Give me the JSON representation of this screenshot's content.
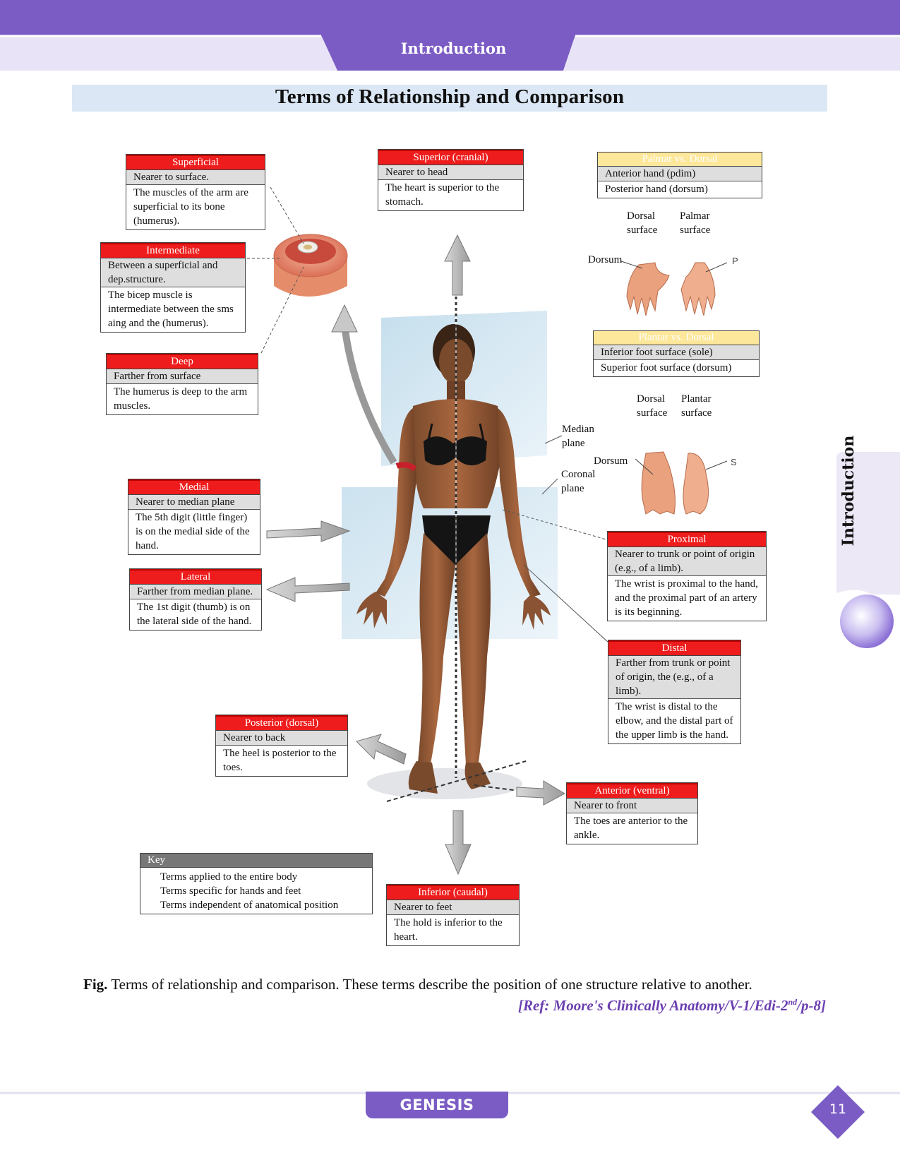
{
  "header": {
    "section": "Introduction"
  },
  "title": "Terms of Relationship and Comparison",
  "side_tab": "Introduction",
  "boxes": {
    "superficial": {
      "title": "Superficial",
      "def": "Nearer to surface.",
      "example": "The muscles of the arm are superficial to its bone (humerus)."
    },
    "intermediate": {
      "title": "Intermediate",
      "def": "Between a superficial and dep.structure.",
      "example": "The bicep muscle is intermediate between the sms aing and the (humerus)."
    },
    "deep": {
      "title": "Deep",
      "def": "Farther from surface",
      "example": "The humerus is deep to the arm muscles."
    },
    "superior": {
      "title": "Superior (cranial)",
      "def": "Nearer to head",
      "example": "The heart is superior to the stomach."
    },
    "palmar": {
      "title": "Palmar vs. Dorsal",
      "row1": "Anterior hand (pdim)",
      "row2": "Posterior hand (dorsum)"
    },
    "plantar": {
      "title": "Plantar vs. Dorsal",
      "row1": "Inferior foot surface (sole)",
      "row2": "Superior foot surface (dorsum)"
    },
    "medial": {
      "title": "Medial",
      "def": "Nearer to median plane",
      "example": "The 5th digit (little finger) is on the medial side of the hand."
    },
    "lateral": {
      "title": "Lateral",
      "def": "Farther from median plane.",
      "example": "The 1st digit (thumb) is on the lateral side of the hand."
    },
    "proximal": {
      "title": "Proximal",
      "def": "Nearer to trunk or point of origin (e.g., of a limb).",
      "example": "The wrist is proximal to the hand, and the proximal part of an artery is its beginning."
    },
    "distal": {
      "title": "Distal",
      "def": "Farther from trunk or point of origin, the (e.g., of a limb).",
      "example": "The wrist is distal to the elbow, and the distal part of the upper limb is the hand."
    },
    "posterior": {
      "title": "Posterior (dorsal)",
      "def": "Nearer to back",
      "example": "The heel is posterior to the toes."
    },
    "anterior": {
      "title": "Anterior (ventral)",
      "def": "Nearer to front",
      "example": "The toes are anterior to the ankle."
    },
    "inferior": {
      "title": "Inferior (caudal)",
      "def": "Nearer to feet",
      "example": "The hold is inferior to the heart."
    }
  },
  "key": {
    "title": "Key",
    "items": [
      "Terms applied to the entire body",
      "Terms specific for hands and feet",
      "Terms independent of anatomical position"
    ]
  },
  "labels": {
    "dorsal_surface_hand": "Dorsal surface",
    "palmar_surface": "Palmar surface",
    "dorsum_hand": "Dorsum",
    "palm_p": "P",
    "dorsal_surface_foot": "Dorsal surface",
    "plantar_surface": "Plantar surface",
    "dorsum_foot": "Dorsum",
    "sole_s": "S",
    "median_plane": "Median plane",
    "coronal_plane": "Coronal plane"
  },
  "caption": {
    "lead": "Fig.",
    "text": " Terms of relationship and comparison. These terms describe the position of one structure relative to another."
  },
  "reference": {
    "pre": "[Ref: Moore's Clinically Anatomy/V-1/Edi-2",
    "sup": "nd",
    "post": "/p-8]"
  },
  "footer": {
    "brand": "GENESIS",
    "page": "11"
  },
  "colors": {
    "accent": "#7b5cc4",
    "header_red": "#ee1c1c",
    "key_gray": "#777777",
    "yellow": "#fde79a",
    "title_bg": "#dbe7f4"
  }
}
